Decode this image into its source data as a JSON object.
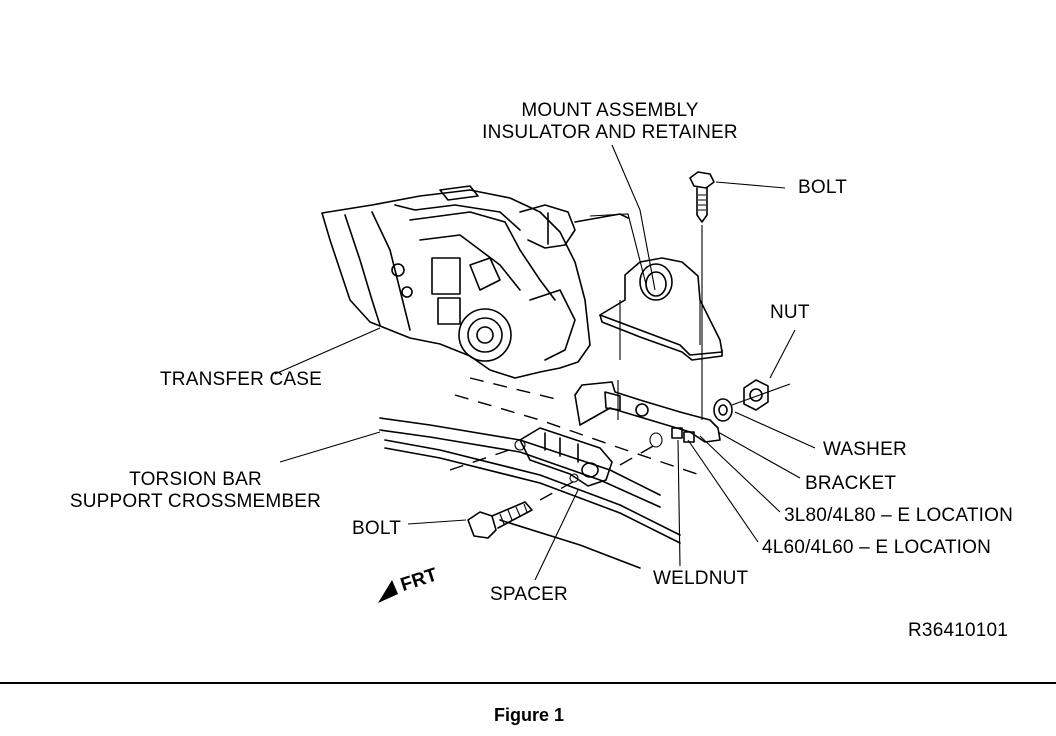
{
  "figure": {
    "caption": "Figure 1",
    "ref_code": "R36410101",
    "labels": {
      "mount_line1": "MOUNT ASSEMBLY",
      "mount_line2": "INSULATOR AND RETAINER",
      "bolt_top": "BOLT",
      "nut": "NUT",
      "transfer_case": "TRANSFER CASE",
      "washer": "WASHER",
      "bracket": "BRACKET",
      "loc_3l80": "3L80/4L80 – E LOCATION",
      "loc_4l60": "4L60/4L60 – E LOCATION",
      "torsion_line1": "TORSION BAR",
      "torsion_line2": "SUPPORT CROSSMEMBER",
      "bolt_bottom": "BOLT",
      "weldnut": "WELDNUT",
      "spacer": "SPACER",
      "front": "FRT"
    }
  }
}
